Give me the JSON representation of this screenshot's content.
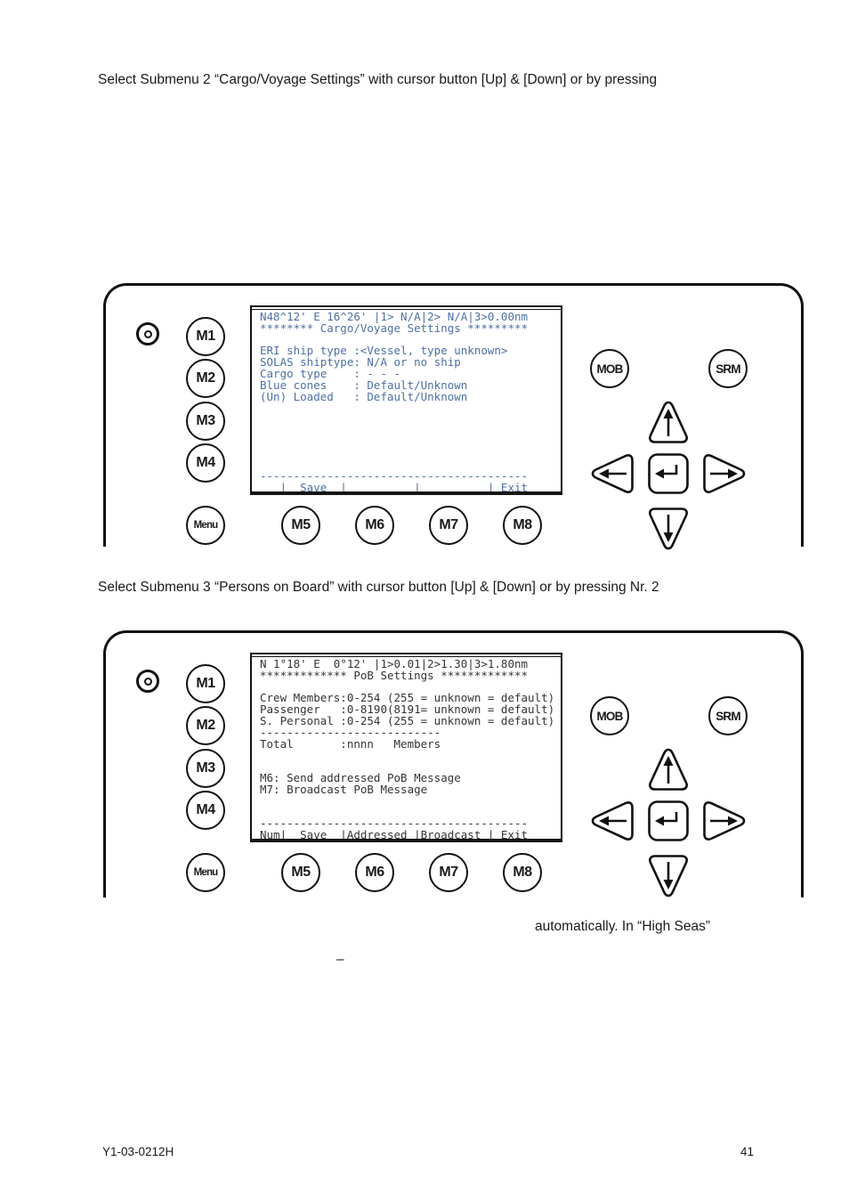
{
  "document": {
    "heading_submenu2": "Select Submenu 2 “Cargo/Voyage Settings” with cursor button [Up] & [Down] or by pressing",
    "heading_submenu3": "Select Submenu 3 “Persons on Board” with cursor button [Up] & [Down] or by pressing Nr. 2",
    "note_high_seas": "automatically. In “High Seas”",
    "dash": "–",
    "doc_number": "Y1-03-0212H",
    "page_number": "41"
  },
  "colors": {
    "panel_outline": "#111111",
    "screen1_text": "#4e6fa3",
    "screen2_text": "#333333"
  },
  "panels": [
    {
      "id": "cargo-voyage-settings",
      "screen": {
        "text_color": "#4e6fa3",
        "lines": [
          "N48^12' E 16^26' |1> N/A|2> N/A|3>0.00nm",
          "******** Cargo/Voyage Settings *********",
          "",
          "ERI ship type :<Vessel, type unknown>",
          "SOLAS shiptype: N/A or no ship",
          "Cargo type    : - - -",
          "Blue cones    : Default/Unknown",
          "(Un) Loaded   : Default/Unknown",
          "",
          "",
          "",
          "",
          "",
          "",
          "----------------------------------------",
          "   |  Save  |          |          | Exit"
        ]
      },
      "buttons": {
        "m1": "M1",
        "m2": "M2",
        "m3": "M3",
        "m4": "M4",
        "menu": "Menu",
        "m5": "M5",
        "m6": "M6",
        "m7": "M7",
        "m8": "M8",
        "mob": "MOB",
        "srm": "SRM"
      }
    },
    {
      "id": "pob-settings",
      "screen": {
        "text_color": "#333333",
        "lines": [
          "N 1°18' E  0°12' |1>0.01|2>1.30|3>1.80nm",
          "************* PoB Settings *************",
          "",
          "Crew Members:0-254 (255 = unknown = default)",
          "Passenger   :0-8190(8191= unknown = default)",
          "S. Personal :0-254 (255 = unknown = default)",
          "---------------------------",
          "Total       :nnnn   Members",
          "",
          "",
          "M6: Send addressed PoB Message",
          "M7: Broadcast PoB Message",
          "",
          "",
          "----------------------------------------",
          "Num|  Save  |Addressed |Broadcast | Exit"
        ]
      },
      "buttons": {
        "m1": "M1",
        "m2": "M2",
        "m3": "M3",
        "m4": "M4",
        "menu": "Menu",
        "m5": "M5",
        "m6": "M6",
        "m7": "M7",
        "m8": "M8",
        "mob": "MOB",
        "srm": "SRM"
      }
    }
  ]
}
